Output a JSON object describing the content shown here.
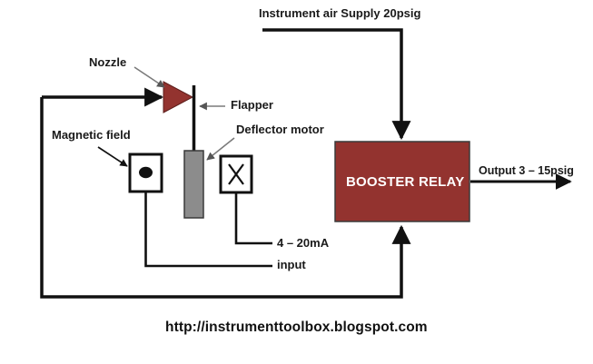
{
  "diagram": {
    "title_supply": "Instrument air Supply 20psig",
    "labels": {
      "nozzle": "Nozzle",
      "flapper": "Flapper",
      "deflector_motor": "Deflector motor",
      "magnetic_field": "Magnetic field",
      "input_line1": "4 – 20mA",
      "input_line2": "input",
      "output": "Output  3 – 15psig"
    },
    "relay": {
      "label": "BOOSTER RELAY",
      "fill": "#93332f",
      "text_color": "#ffffff"
    },
    "nozzle_fill": "#93332f",
    "motor_fill": "#8c8c8c",
    "line_color": "#111111",
    "leader_color": "#7a7a7a",
    "footer": "http://instrumenttoolbox.blogspot.com"
  }
}
